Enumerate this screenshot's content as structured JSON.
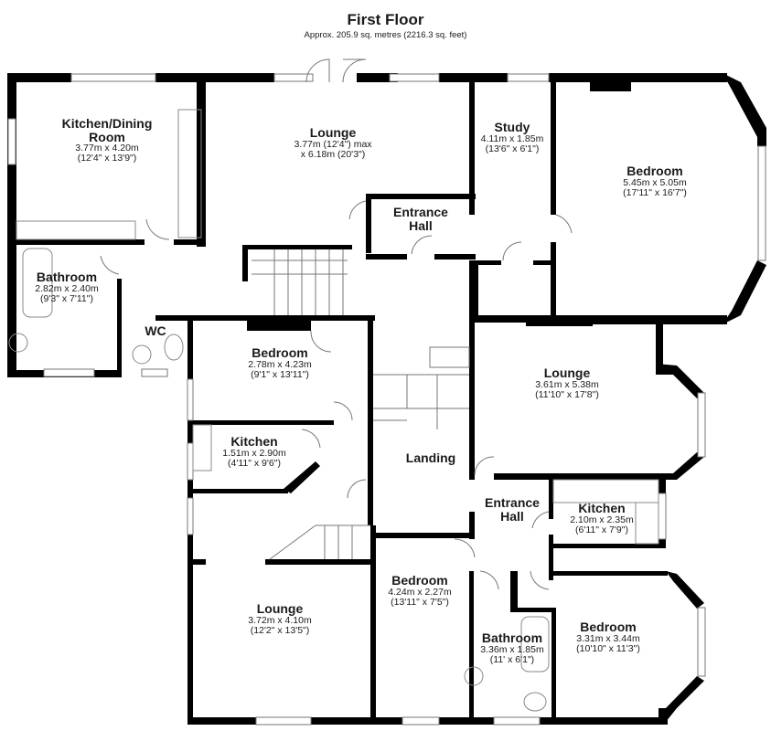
{
  "header": {
    "title": "First Floor",
    "area": "Approx. 205.9 sq. metres (2216.3 sq. feet)"
  },
  "colors": {
    "wall": "#000000",
    "fixture_line": "#999999",
    "background": "#ffffff"
  },
  "rooms": [
    {
      "id": "kitchen-dining",
      "name": "Kitchen/Dining\nRoom",
      "name_line1": "Kitchen/Dining",
      "name_line2": "Room",
      "metric": "3.77m x 4.20m",
      "imperial": "(12'4\" x 13'9\")"
    },
    {
      "id": "lounge-top",
      "name": "Lounge",
      "metric": "3.77m (12'4\") max",
      "imperial": "x 6.18m (20'3\")"
    },
    {
      "id": "study",
      "name": "Study",
      "metric": "4.11m x 1.85m",
      "imperial": "(13'6\" x 6'1\")"
    },
    {
      "id": "bedroom-top-right",
      "name": "Bedroom",
      "metric": "5.45m x 5.05m",
      "imperial": "(17'11\" x 16'7\")"
    },
    {
      "id": "entrance-hall-top",
      "name_line1": "Entrance",
      "name_line2": "Hall"
    },
    {
      "id": "bathroom-left",
      "name": "Bathroom",
      "metric": "2.82m x 2.40m",
      "imperial": "(9'3\" x 7'11\")"
    },
    {
      "id": "wc",
      "name": "WC"
    },
    {
      "id": "bedroom-middle-left",
      "name": "Bedroom",
      "metric": "2.78m x 4.23m",
      "imperial": "(9'1\" x 13'11\")"
    },
    {
      "id": "kitchen-left",
      "name": "Kitchen",
      "metric": "1.51m x 2.90m",
      "imperial": "(4'11\" x 9'6\")"
    },
    {
      "id": "lounge-middle-right",
      "name": "Lounge",
      "metric": "3.61m x 5.38m",
      "imperial": "(11'10\" x 17'8\")"
    },
    {
      "id": "landing",
      "name": "Landing"
    },
    {
      "id": "entrance-hall-bottom",
      "name_line1": "Entrance",
      "name_line2": "Hall"
    },
    {
      "id": "kitchen-right",
      "name": "Kitchen",
      "metric": "2.10m x 2.35m",
      "imperial": "(6'11\" x 7'9\")"
    },
    {
      "id": "lounge-bottom-left",
      "name": "Lounge",
      "metric": "3.72m x 4.10m",
      "imperial": "(12'2\" x 13'5\")"
    },
    {
      "id": "bedroom-bottom-middle",
      "name": "Bedroom",
      "metric": "4.24m x 2.27m",
      "imperial": "(13'11\" x 7'5\")"
    },
    {
      "id": "bathroom-bottom",
      "name": "Bathroom",
      "metric": "3.36m x 1.85m",
      "imperial": "(11' x 6'1\")"
    },
    {
      "id": "bedroom-bottom-right",
      "name": "Bedroom",
      "metric": "3.31m x 3.44m",
      "imperial": "(10'10\" x 11'3\")"
    }
  ]
}
